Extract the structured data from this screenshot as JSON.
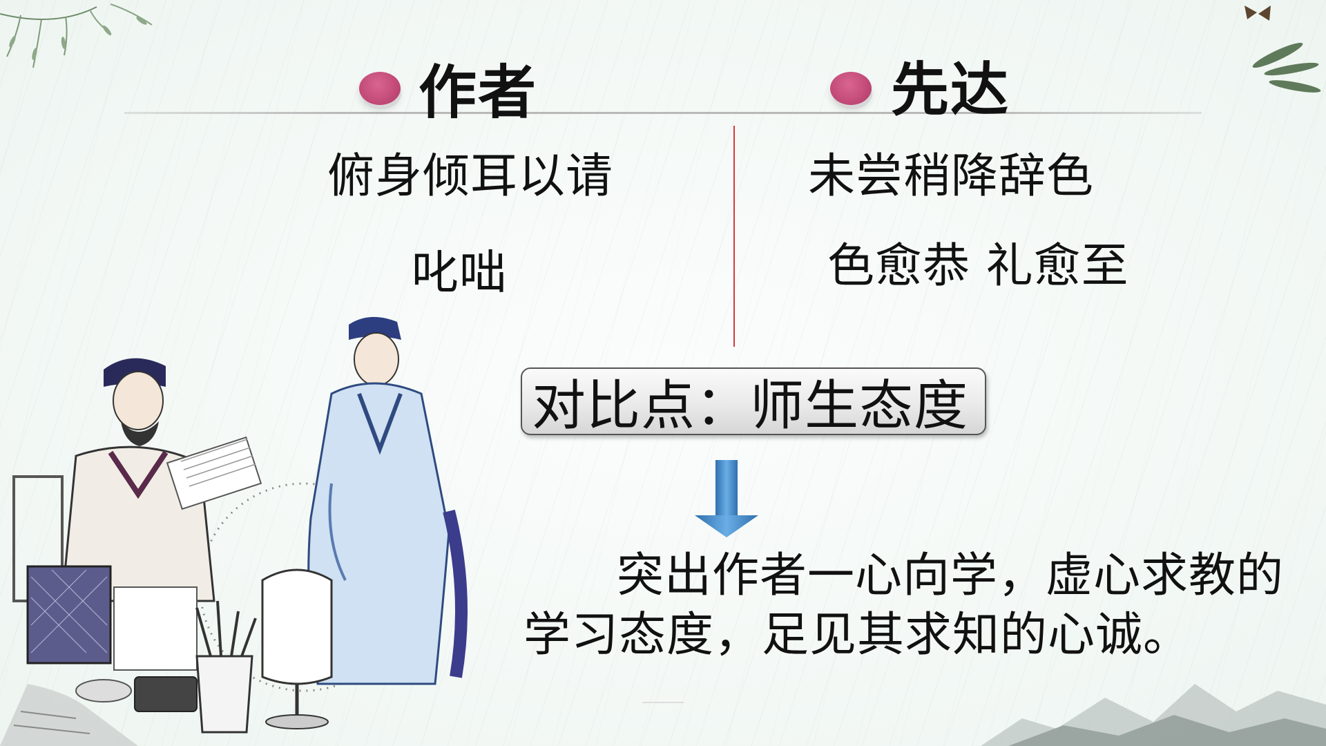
{
  "left_column": {
    "heading": "作者",
    "line1": "俯身倾耳以请",
    "line2": "叱咄"
  },
  "right_column": {
    "heading": "先达",
    "line1": "未尝稍降辞色",
    "line2": "色愈恭  礼愈至"
  },
  "comparison_label": "对比点：师生态度",
  "conclusion": {
    "line1": "突出作者一心向学，虚心求教的",
    "line2": "学习态度，足见其求知的心诚。"
  },
  "colors": {
    "bullet": "#c24a78",
    "divider": "#d23a3a",
    "arrow": "#4a90d0",
    "text": "#111111"
  },
  "icons": {
    "bullet": "pink-circle-bullet-icon",
    "arrow": "down-arrow-icon",
    "illustration": "scholar-and-teacher-illustration"
  }
}
